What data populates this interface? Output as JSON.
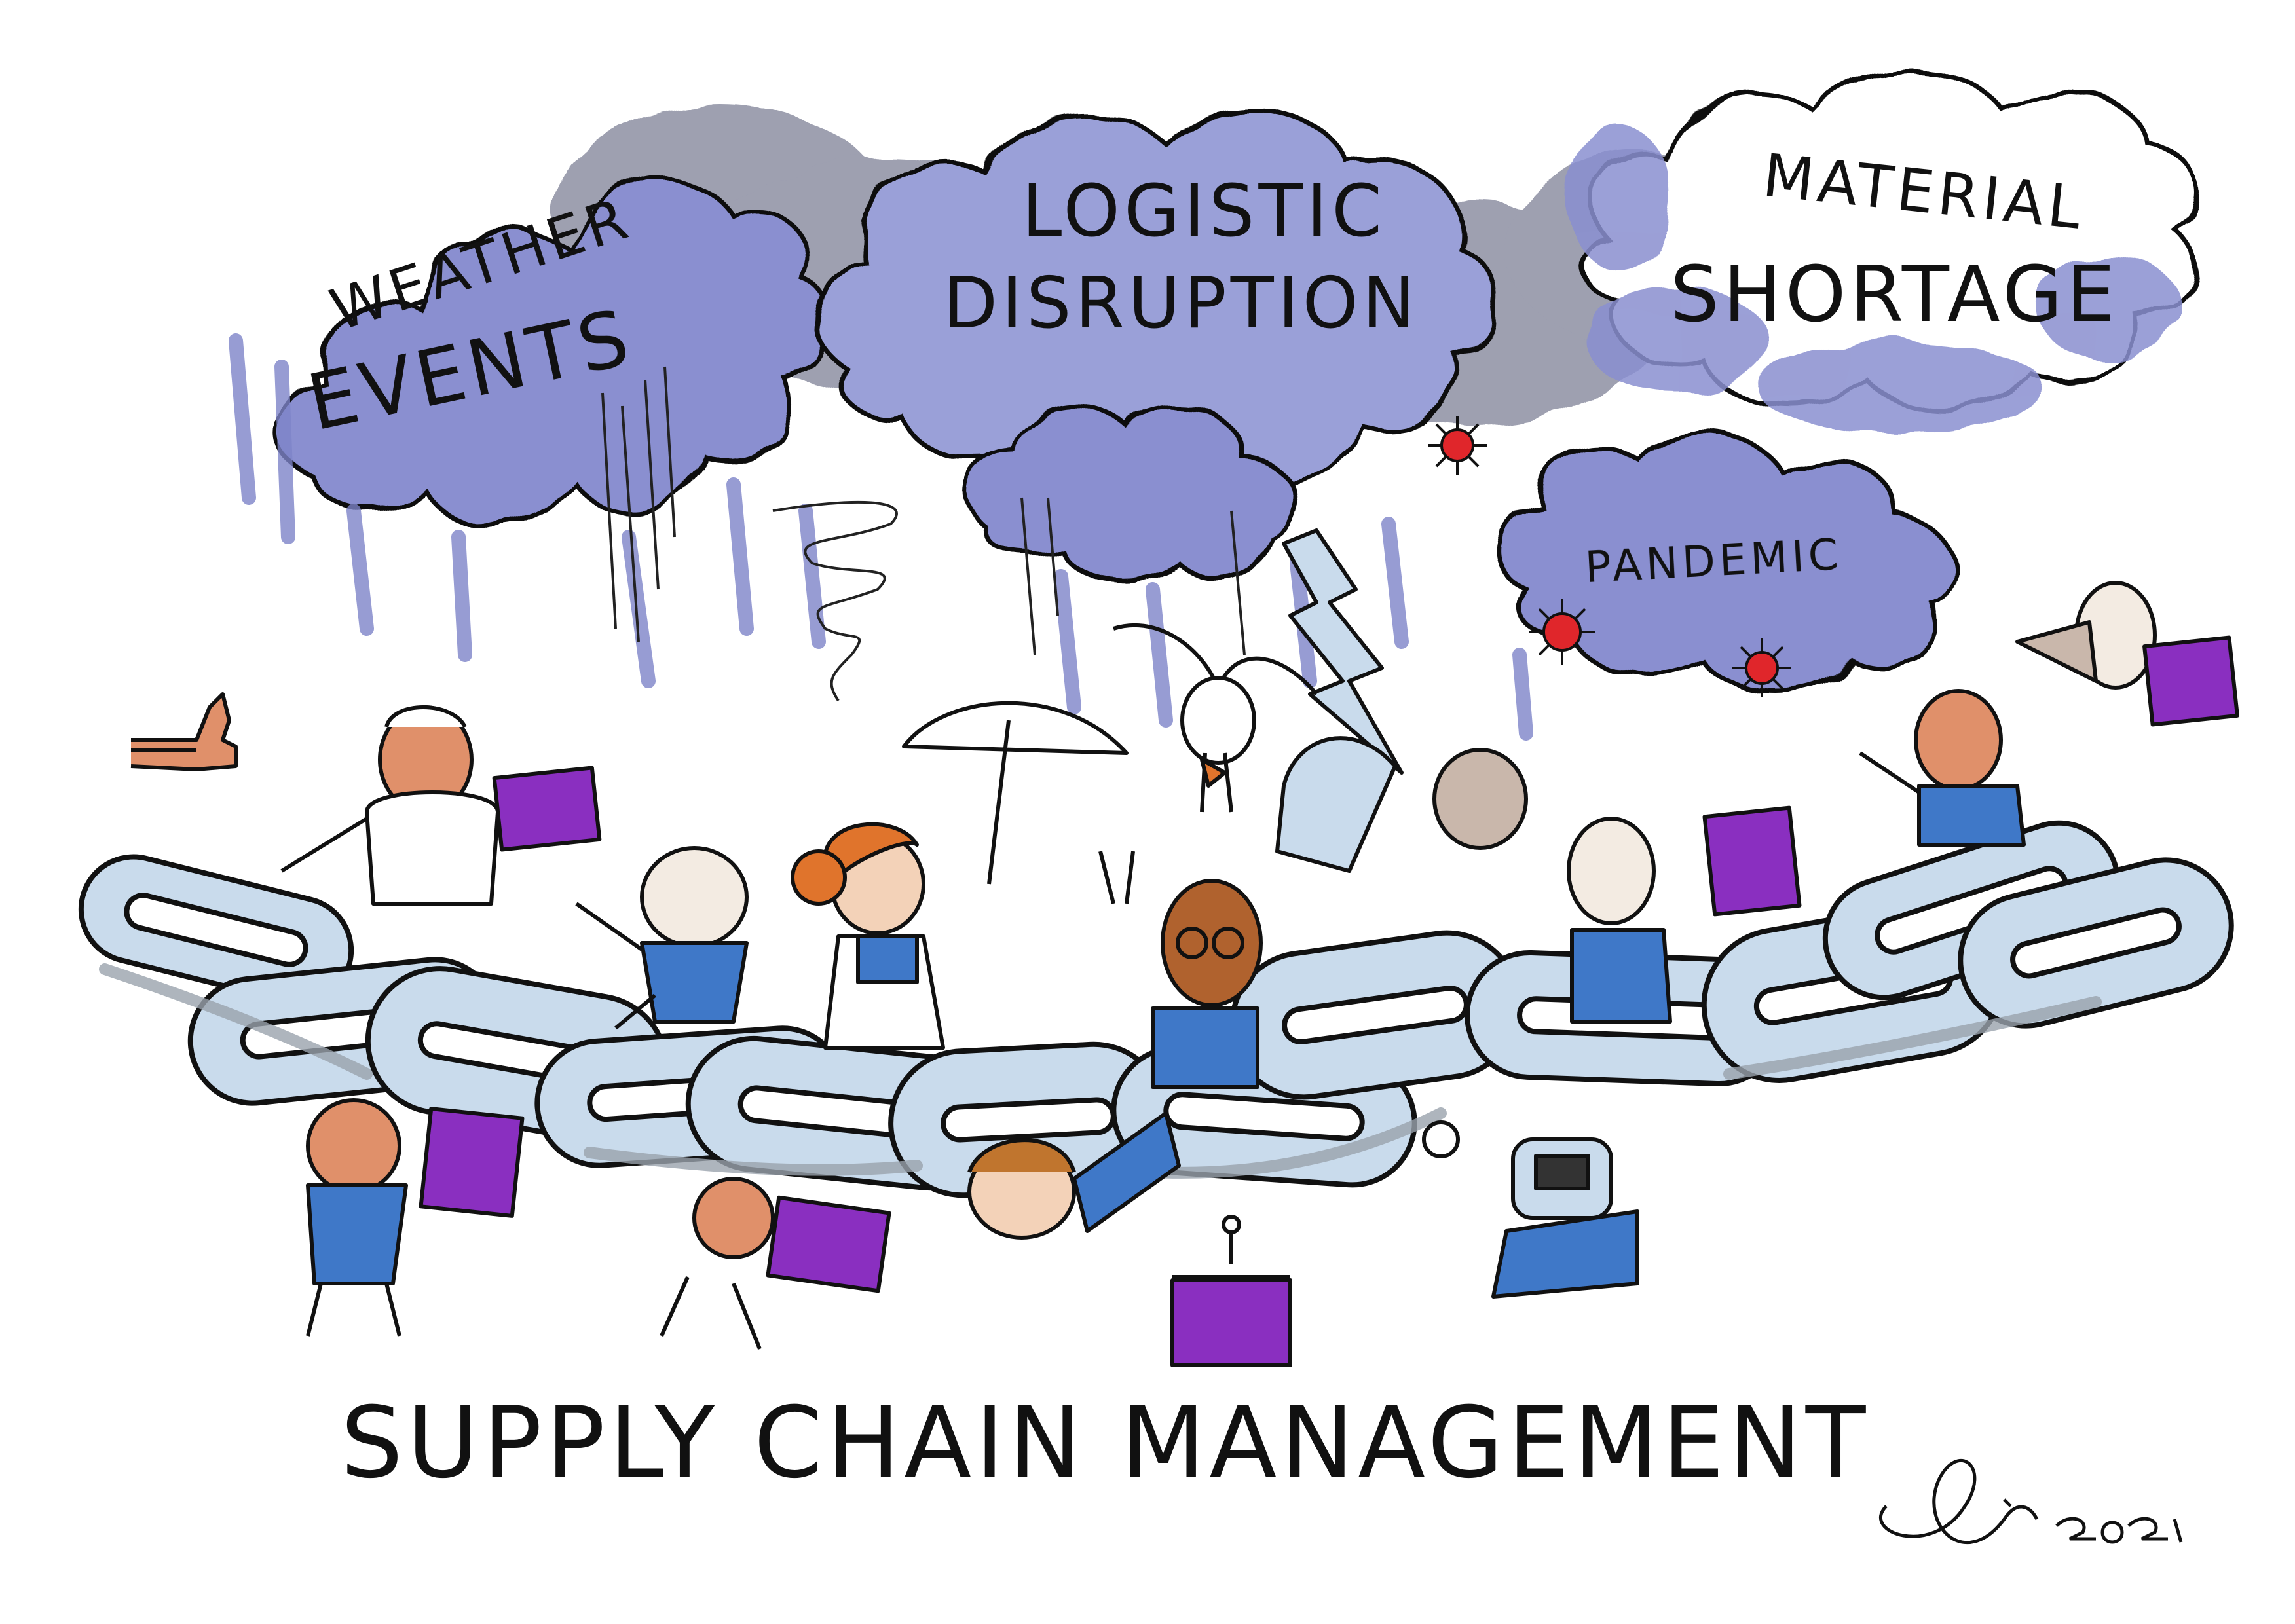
{
  "storm_labels": {
    "weather_line1": "WEATHER",
    "weather_line2": "EVENTS",
    "logistic_line1": "LOGISTIC",
    "logistic_line2": "DISRUPTION",
    "material_line1": "MATERIAL",
    "material_line2": "SHORTAGE",
    "pandemic": "PANDEMIC"
  },
  "caption": "SUPPLY CHAIN MANAGEMENT",
  "signature": {
    "lettering": "Gi 2021"
  },
  "colors": {
    "cloud_fill": "#8a8fd0",
    "cloud_dark": "#4a4c66",
    "rain": "#7d84c9",
    "chain_fill": "#c9dbec",
    "chain_shadow": "#9aa3ad",
    "shirt_blue": "#3f78c8",
    "box_purple": "#8a2fc0",
    "virus_red": "#e0262b",
    "skin": "#e0906a",
    "hair_orange": "#e0742c",
    "ink": "#111111"
  }
}
